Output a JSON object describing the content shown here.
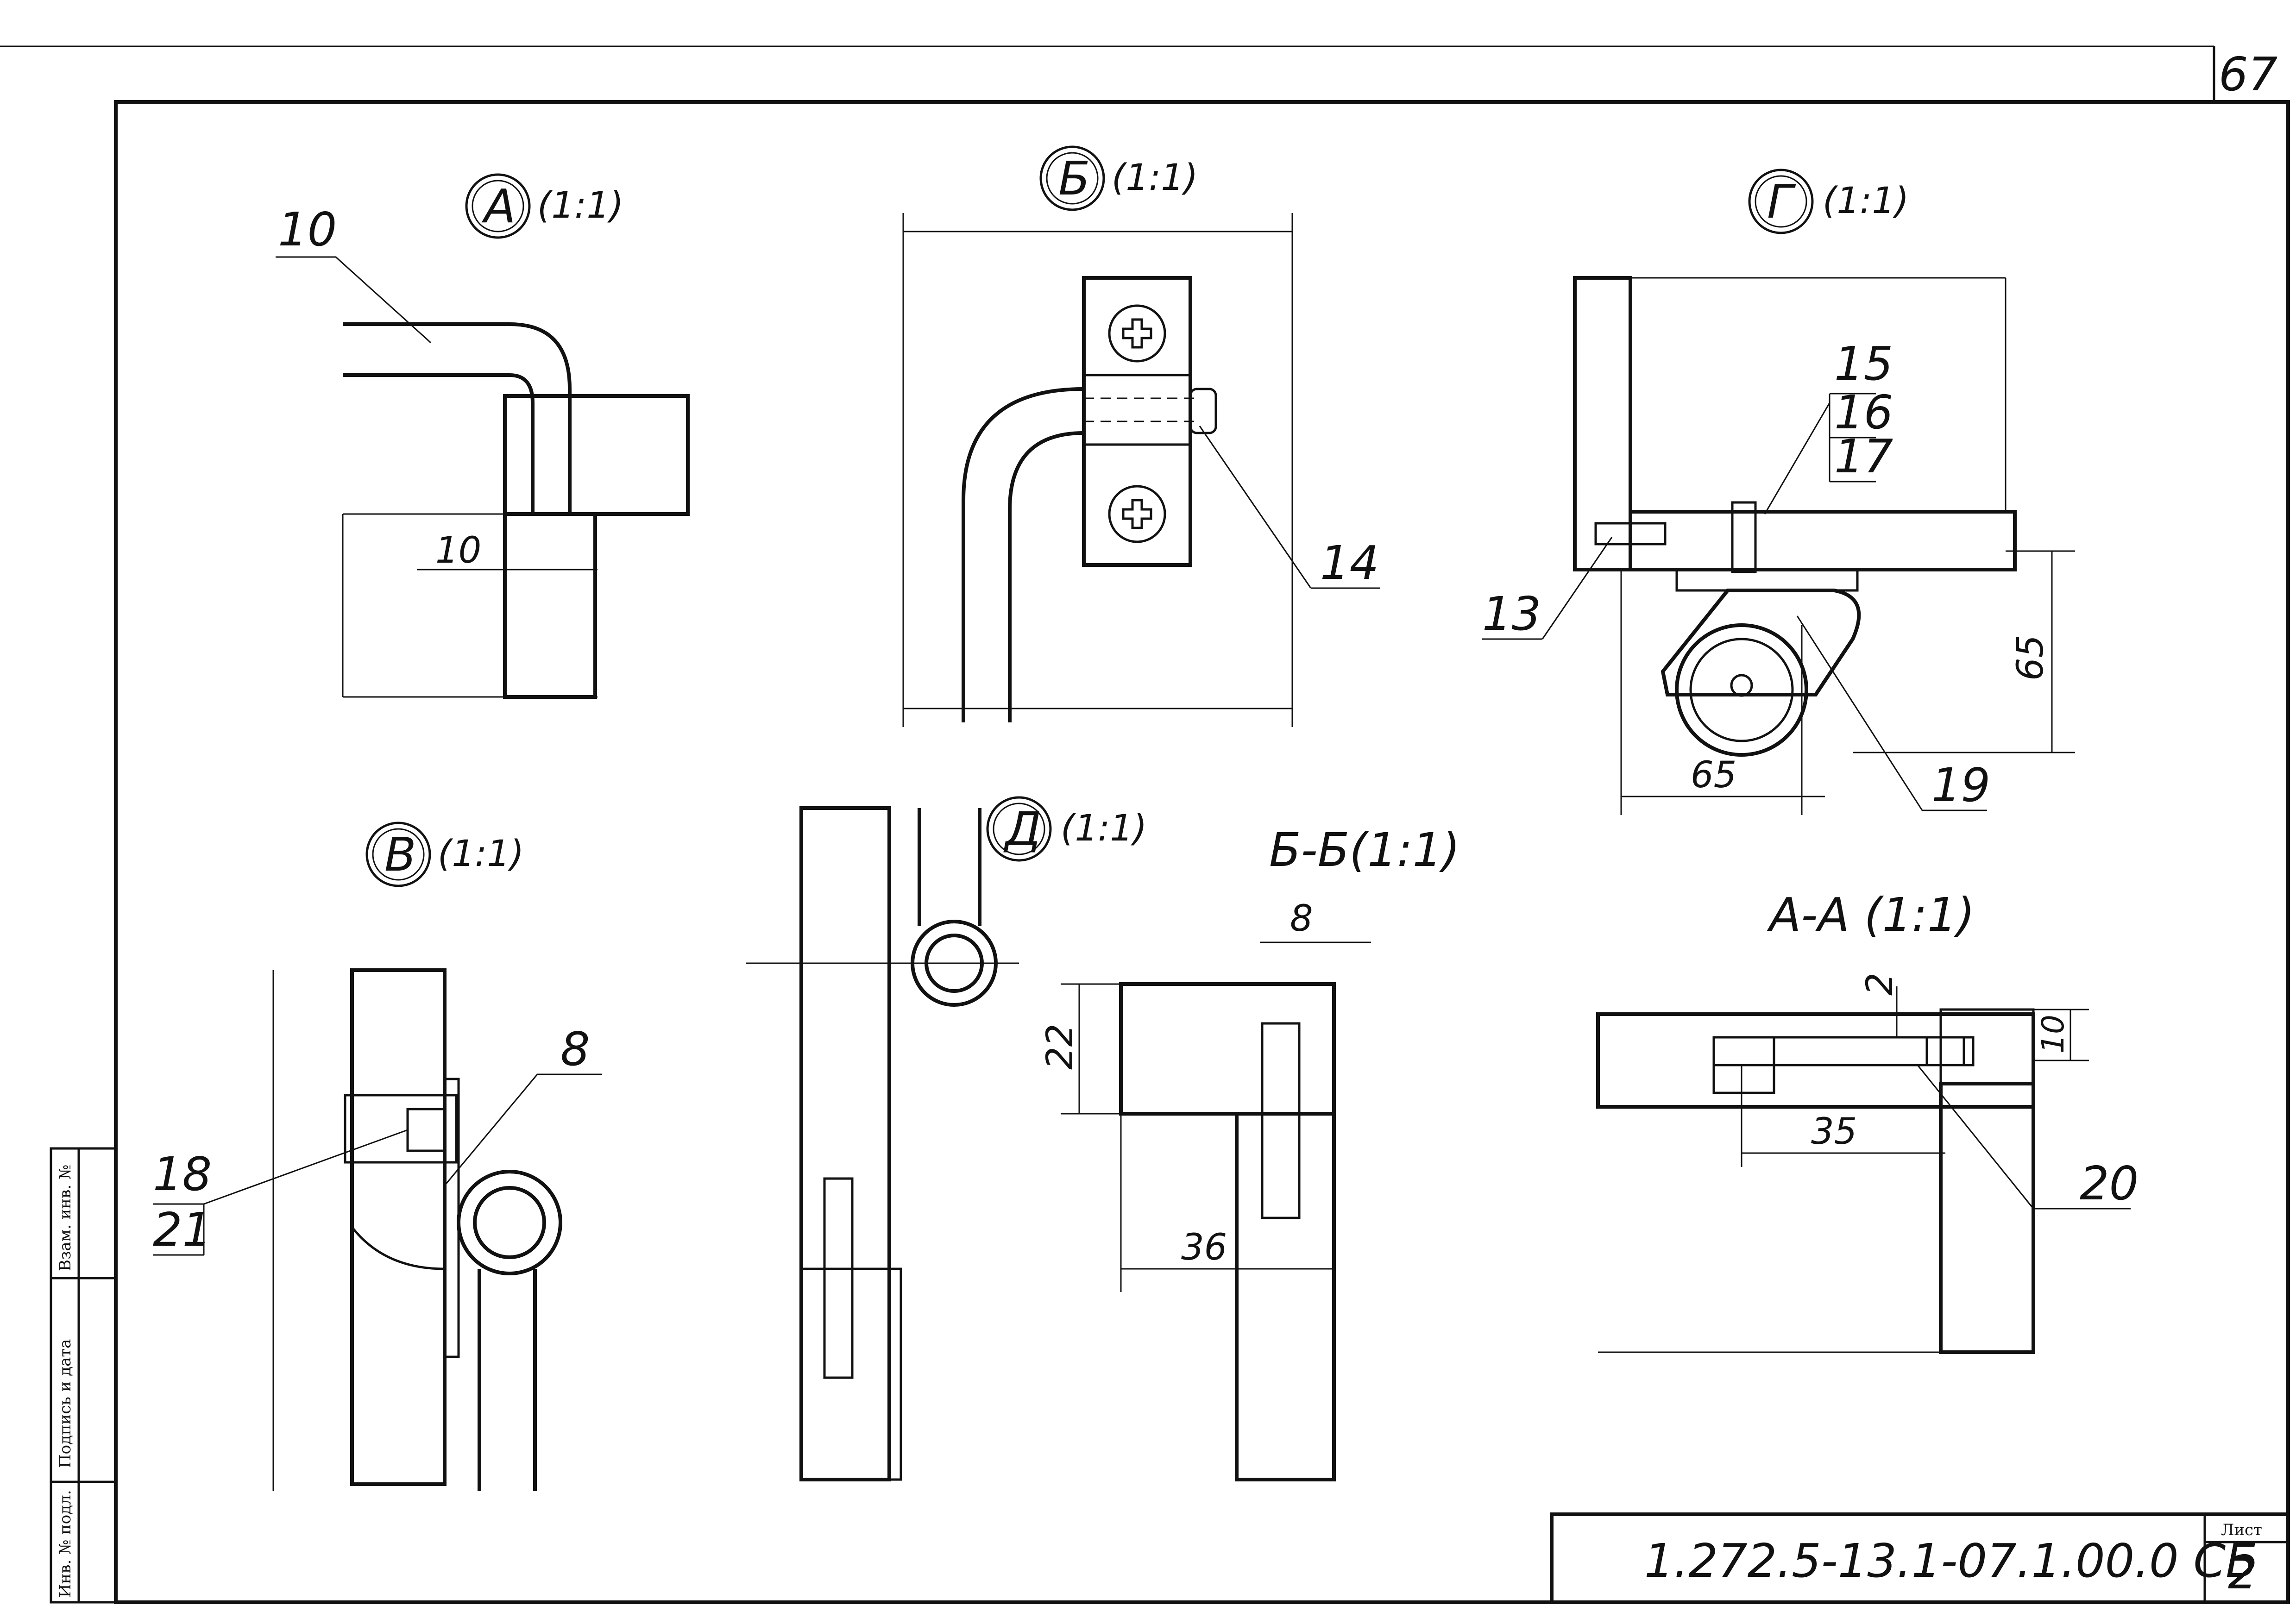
{
  "sheet": {
    "page_number": "67",
    "designation": "1.272.5-13.1-07.1.00.0 СБ",
    "sheet_label": "Лист",
    "sheet_number": "2"
  },
  "side_stamp": {
    "ref_no": "Взам. инв. №",
    "signature_date": "Подпись и дата",
    "inv_no": "Инв. № подл."
  },
  "views": {
    "A": {
      "marker": "А",
      "scale": "(1:1)",
      "labels": [
        "10",
        "10"
      ]
    },
    "B": {
      "marker": "Б",
      "scale": "(1:1)",
      "labels": [
        "14"
      ]
    },
    "G": {
      "marker": "Г",
      "scale": "(1:1)",
      "labels": [
        "15",
        "16",
        "17",
        "13",
        "19",
        "65",
        "65"
      ]
    },
    "V": {
      "marker": "В",
      "scale": "(1:1)",
      "labels": [
        "8",
        "18",
        "21"
      ]
    },
    "D": {
      "marker": "Д",
      "scale": "(1:1)"
    },
    "BB": {
      "title": "Б-Б(1:1)",
      "labels": [
        "8",
        "22",
        "36"
      ]
    },
    "AA": {
      "title": "А-А (1:1)",
      "labels": [
        "2",
        "10",
        "35",
        "20"
      ]
    }
  },
  "colors": {
    "ink": "#111111",
    "paper": "#ffffff"
  }
}
